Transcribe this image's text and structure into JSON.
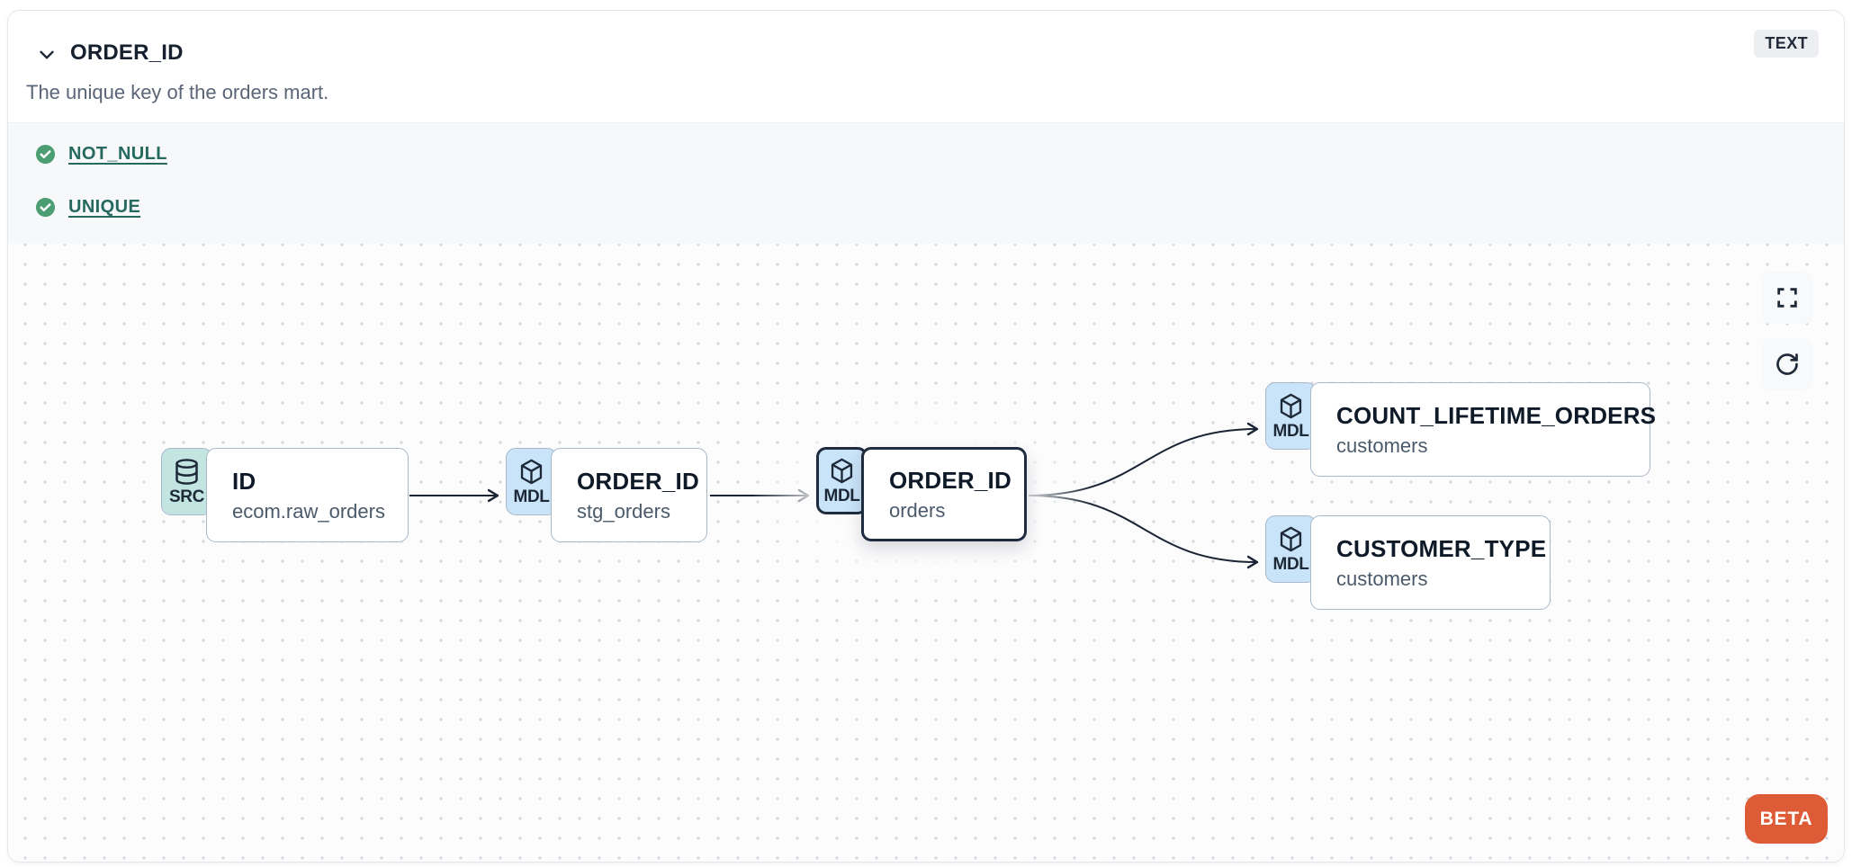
{
  "header": {
    "title": "ORDER_ID",
    "type_badge": "TEXT",
    "description": "The unique key of the orders mart."
  },
  "tests": {
    "items": [
      {
        "label": "NOT_NULL",
        "status": "pass",
        "icon": "check-circle-icon"
      },
      {
        "label": "UNIQUE",
        "status": "pass",
        "icon": "check-circle-icon"
      }
    ]
  },
  "lineage": {
    "nodes": [
      {
        "badge": "SRC",
        "icon": "database-icon",
        "title": "ID",
        "subtitle": "ecom.raw_orders",
        "selected": false
      },
      {
        "badge": "MDL",
        "icon": "cube-icon",
        "title": "ORDER_ID",
        "subtitle": "stg_orders",
        "selected": false
      },
      {
        "badge": "MDL",
        "icon": "cube-icon",
        "title": "ORDER_ID",
        "subtitle": "orders",
        "selected": true
      },
      {
        "badge": "MDL",
        "icon": "cube-icon",
        "title": "COUNT_LIFETIME_ORDERS",
        "subtitle": "customers",
        "selected": false
      },
      {
        "badge": "MDL",
        "icon": "cube-icon",
        "title": "CUSTOMER_TYPE",
        "subtitle": "customers",
        "selected": false
      }
    ],
    "edges": [
      {
        "from": "ID (ecom.raw_orders)",
        "to": "ORDER_ID (stg_orders)"
      },
      {
        "from": "ORDER_ID (stg_orders)",
        "to": "ORDER_ID (orders)"
      },
      {
        "from": "ORDER_ID (orders)",
        "to": "COUNT_LIFETIME_ORDERS (customers)"
      },
      {
        "from": "ORDER_ID (orders)",
        "to": "CUSTOMER_TYPE (customers)"
      }
    ],
    "controls": {
      "fullscreen_icon": "fullscreen-icon",
      "refresh_icon": "refresh-icon"
    },
    "beta_label": "BETA"
  },
  "colors": {
    "accent_orange": "#de5b38",
    "test_pass_green": "#4b9d72",
    "link_teal": "#26695f",
    "badge_src_bg": "#c2e5e1",
    "badge_mdl_bg": "#c9e3f8",
    "node_border": "#a9b8c8",
    "selected_border": "#1f2c40",
    "edge": "#1a2433",
    "tests_section_bg": "#f7f8fa",
    "canvas_bg": "#fcfcfd"
  }
}
